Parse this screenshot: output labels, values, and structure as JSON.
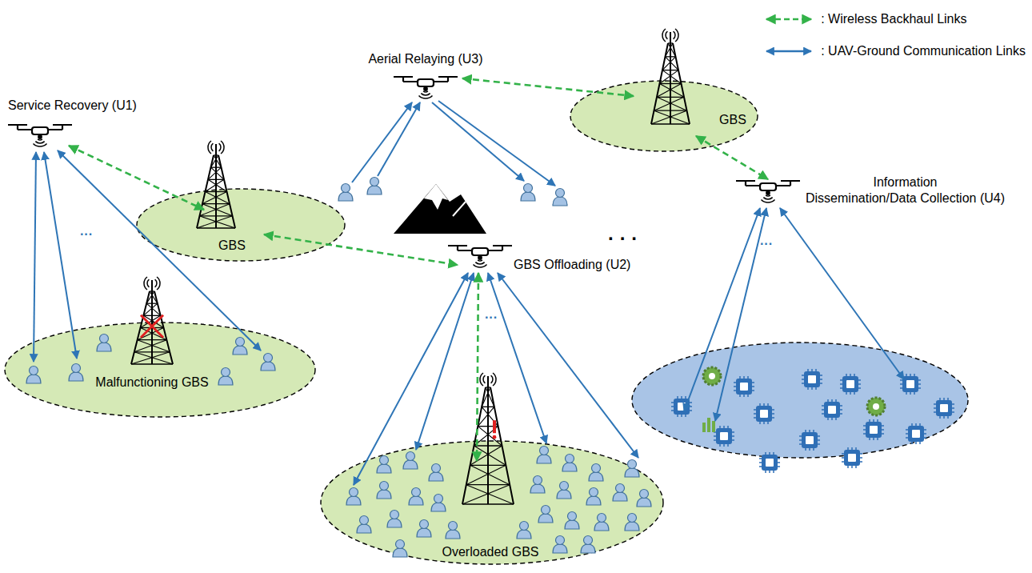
{
  "diagram": {
    "nodes": [
      {
        "text": [
          "Service Recovery (U1)"
        ]
      },
      {
        "text": [
          "Aerial Relaying (U3)"
        ]
      },
      {
        "text": [
          "GBS"
        ]
      },
      {
        "text": [
          "GBS"
        ]
      },
      {
        "text": [
          "Information Dissemination/Data Collection (U4)"
        ]
      },
      {
        "text": [
          "GBS Offloading (U2)"
        ]
      },
      {
        "text": [
          "Malfunctioning GBS"
        ]
      },
      {
        "text": [
          "Overloaded GBS"
        ]
      }
    ],
    "edges": [
      {
        "from": 0,
        "to": 2,
        "arrow": "both"
      },
      {
        "from": 2,
        "to": 5,
        "arrow": "both"
      },
      {
        "from": 1,
        "to": 3,
        "arrow": "both"
      },
      {
        "from": 3,
        "to": 4,
        "arrow": "both"
      },
      {
        "from": 5,
        "to": 7,
        "arrow": "both"
      }
    ],
    "labels": [
      "···",
      "· · ·",
      "···",
      "···"
    ],
    "legend": [
      {
        "text": ": Wireless Backhaul Links"
      },
      {
        "text": ": UAV-Ground Communication Links"
      }
    ]
  }
}
